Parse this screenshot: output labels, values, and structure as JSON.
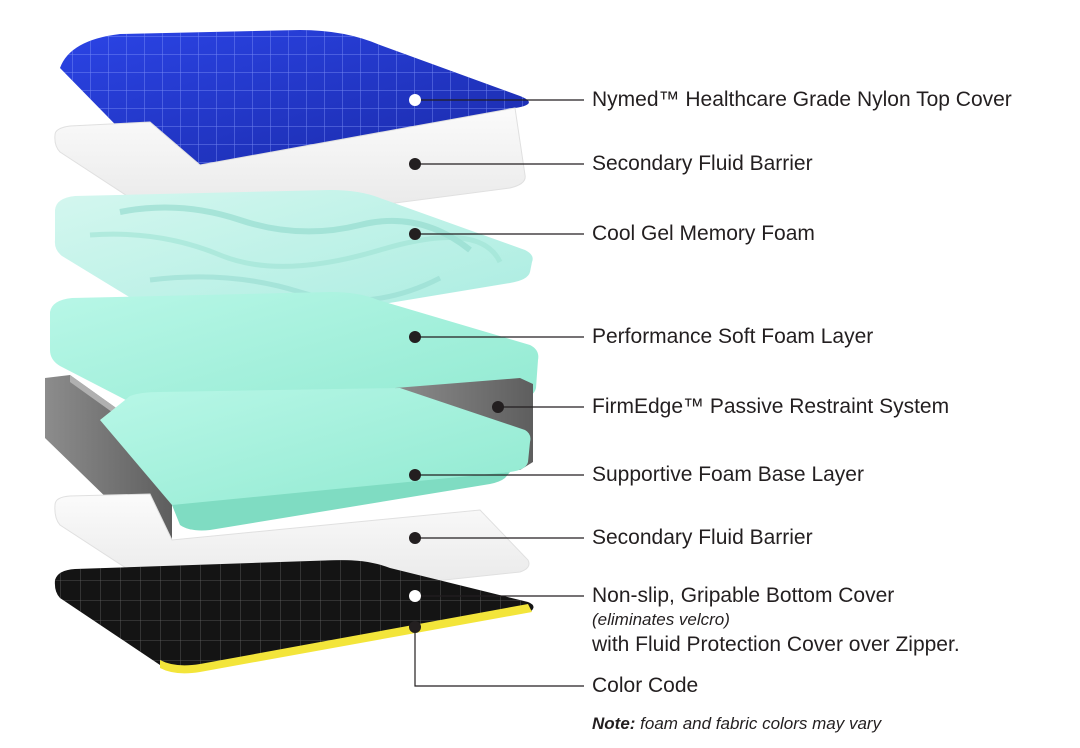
{
  "labels": [
    {
      "text": "Nymed™ Healthcare Grade Nylon Top Cover",
      "dot": "white"
    },
    {
      "text": "Secondary Fluid Barrier",
      "dot": "dark"
    },
    {
      "text": "Cool Gel Memory Foam",
      "dot": "dark"
    },
    {
      "text": "Performance Soft Foam Layer",
      "dot": "dark"
    },
    {
      "text": "FirmEdge™ Passive Restraint System",
      "dot": "dark"
    },
    {
      "text": "Supportive Foam Base Layer",
      "dot": "dark"
    },
    {
      "text": "Secondary Fluid Barrier",
      "dot": "dark"
    },
    {
      "text": "Non-slip, Gripable Bottom Cover",
      "dot": "white"
    },
    {
      "text": "Color Code",
      "dot": "dark"
    }
  ],
  "bottom_cover_sub": "(eliminates velcro)",
  "bottom_cover_line2": "with Fluid Protection Cover over Zipper.",
  "note": {
    "bold": "Note:",
    "text": " foam and fabric colors may vary"
  },
  "colors": {
    "nylon": "#2a3fd6",
    "barrier": "#f2f2f2",
    "gel": "#b9f0e6",
    "foam": "#a9f3df",
    "edge": "#7a7a7a",
    "bottom": "#141414",
    "code": "#f3e53a",
    "line": "#231f20"
  }
}
